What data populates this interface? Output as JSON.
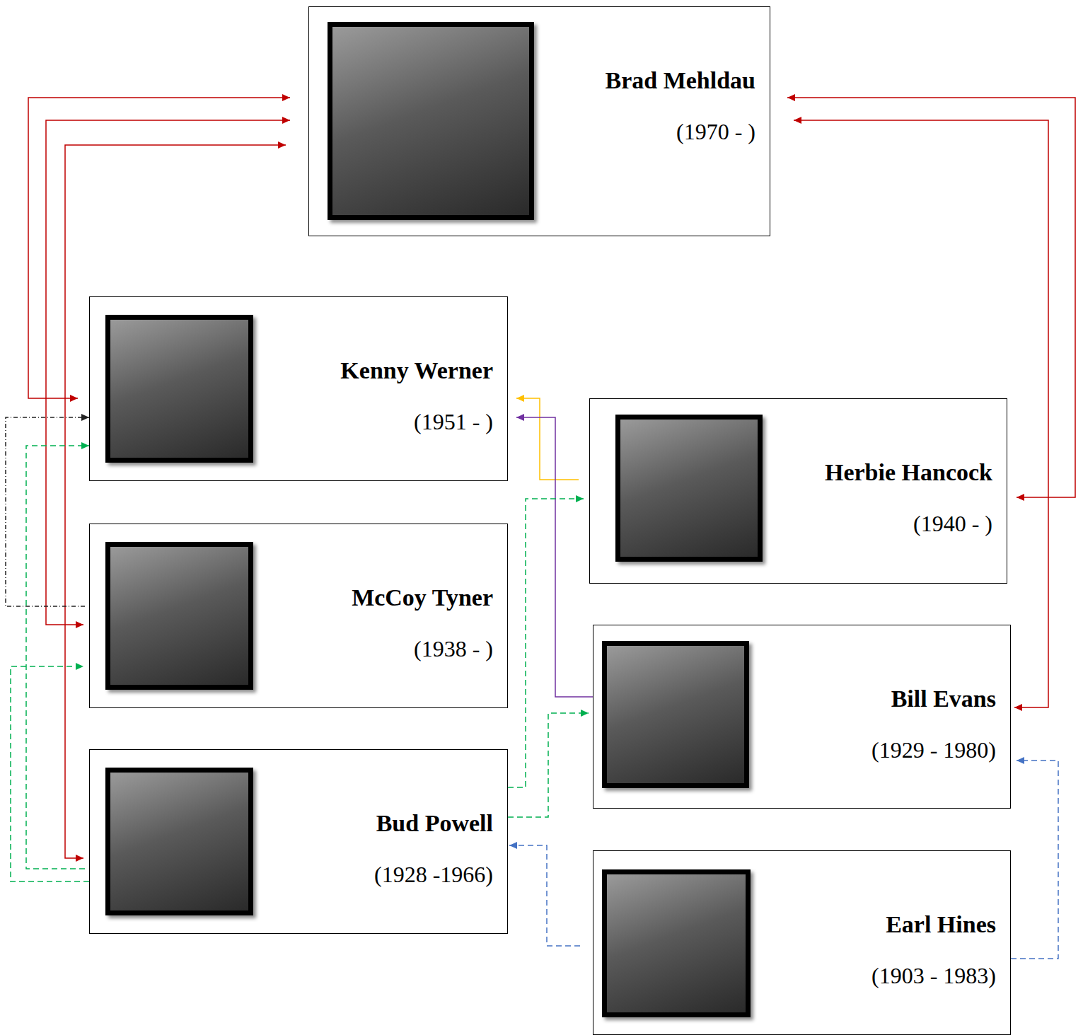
{
  "diagram": {
    "nodes": [
      {
        "text": [
          "Brad Mehldau",
          "(1970 - )"
        ]
      },
      {
        "text": [
          "Kenny Werner",
          "(1951 - )"
        ]
      },
      {
        "text": [
          "Herbie Hancock",
          "(1940 - )"
        ]
      },
      {
        "text": [
          "McCoy Tyner",
          "(1938 - )"
        ]
      },
      {
        "text": [
          "Bill Evans",
          "(1929 - 1980)"
        ]
      },
      {
        "text": [
          "Bud Powell",
          "(1928 -1966)"
        ]
      },
      {
        "text": [
          "Earl Hines",
          "(1903 - 1983)"
        ]
      }
    ],
    "edges": [
      {
        "from": 1,
        "to": 0,
        "arrow": "both"
      },
      {
        "from": 3,
        "to": 0,
        "arrow": "both"
      },
      {
        "from": 5,
        "to": 0,
        "arrow": "both"
      },
      {
        "from": 2,
        "to": 0,
        "arrow": "both"
      },
      {
        "from": 4,
        "to": 0,
        "arrow": "both"
      },
      {
        "from": 2,
        "to": 1,
        "arrow": "to"
      },
      {
        "from": 4,
        "to": 1,
        "arrow": "to"
      },
      {
        "from": 3,
        "to": 1,
        "arrow": "to"
      },
      {
        "from": 5,
        "to": 1,
        "arrow": "to"
      },
      {
        "from": 5,
        "to": 3,
        "arrow": "to"
      },
      {
        "from": 5,
        "to": 2,
        "arrow": "to"
      },
      {
        "from": 5,
        "to": 4,
        "arrow": "to"
      },
      {
        "from": 6,
        "to": 5,
        "arrow": "to"
      },
      {
        "from": 6,
        "to": 4,
        "arrow": "to"
      }
    ]
  }
}
